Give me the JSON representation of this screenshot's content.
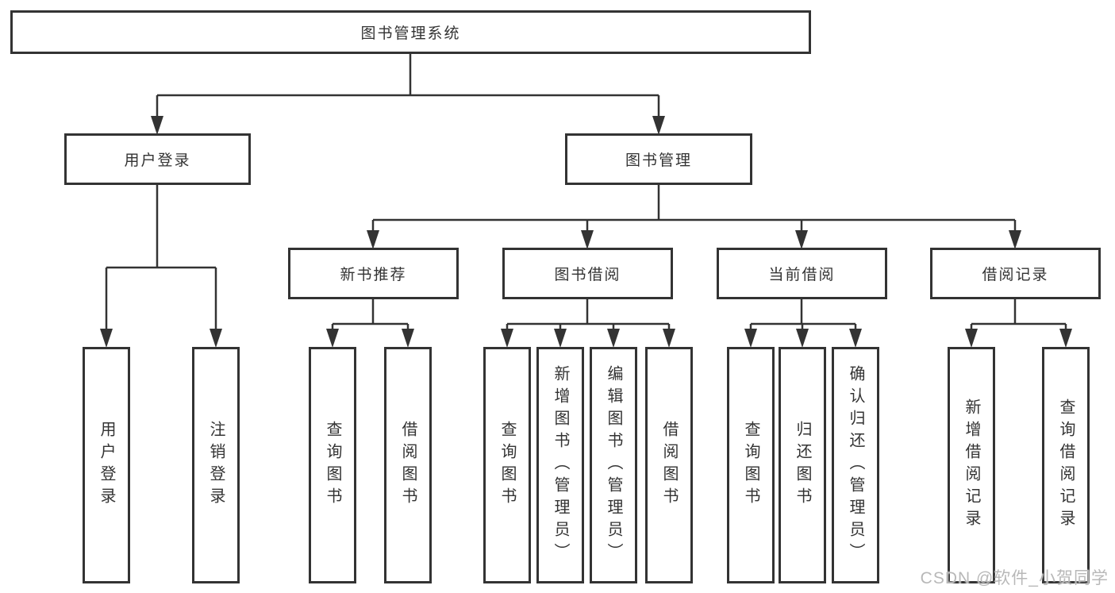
{
  "diagram": {
    "watermark": "CSDN @软件_小贺同学",
    "colors": {
      "line": "#333333",
      "text": "#333333",
      "watermark": "#b8b8b8",
      "background": "#ffffff"
    },
    "nodes": {
      "root": "图书管理系统",
      "login": "用户登录",
      "mgmt": "图书管理",
      "recommend": "新书推荐",
      "borrow": "图书借阅",
      "current": "当前借阅",
      "records": "借阅记录",
      "login_user": "用户登录",
      "login_logout": "注销登录",
      "rec_query": "查询图书",
      "rec_borrow": "借阅图书",
      "bor_query": "查询图书",
      "bor_add": "新增图书（管理员）",
      "bor_edit": "编辑图书（管理员）",
      "bor_borrow": "借阅图书",
      "cur_query": "查询图书",
      "cur_return": "归还图书",
      "cur_confirm": "确认归还（管理员）",
      "rcd_add": "新增借阅记录",
      "rcd_query": "查询借阅记录"
    },
    "edges": [
      "图书管理系统→用户登录",
      "图书管理系统→图书管理",
      "用户登录→用户登录",
      "用户登录→注销登录",
      "图书管理→新书推荐",
      "图书管理→图书借阅",
      "图书管理→当前借阅",
      "图书管理→借阅记录",
      "新书推荐→查询图书",
      "新书推荐→借阅图书",
      "图书借阅→查询图书",
      "图书借阅→新增图书（管理员）",
      "图书借阅→编辑图书（管理员）",
      "图书借阅→借阅图书",
      "当前借阅→查询图书",
      "当前借阅→归还图书",
      "当前借阅→确认归还（管理员）",
      "借阅记录→新增借阅记录",
      "借阅记录→查询借阅记录"
    ]
  }
}
